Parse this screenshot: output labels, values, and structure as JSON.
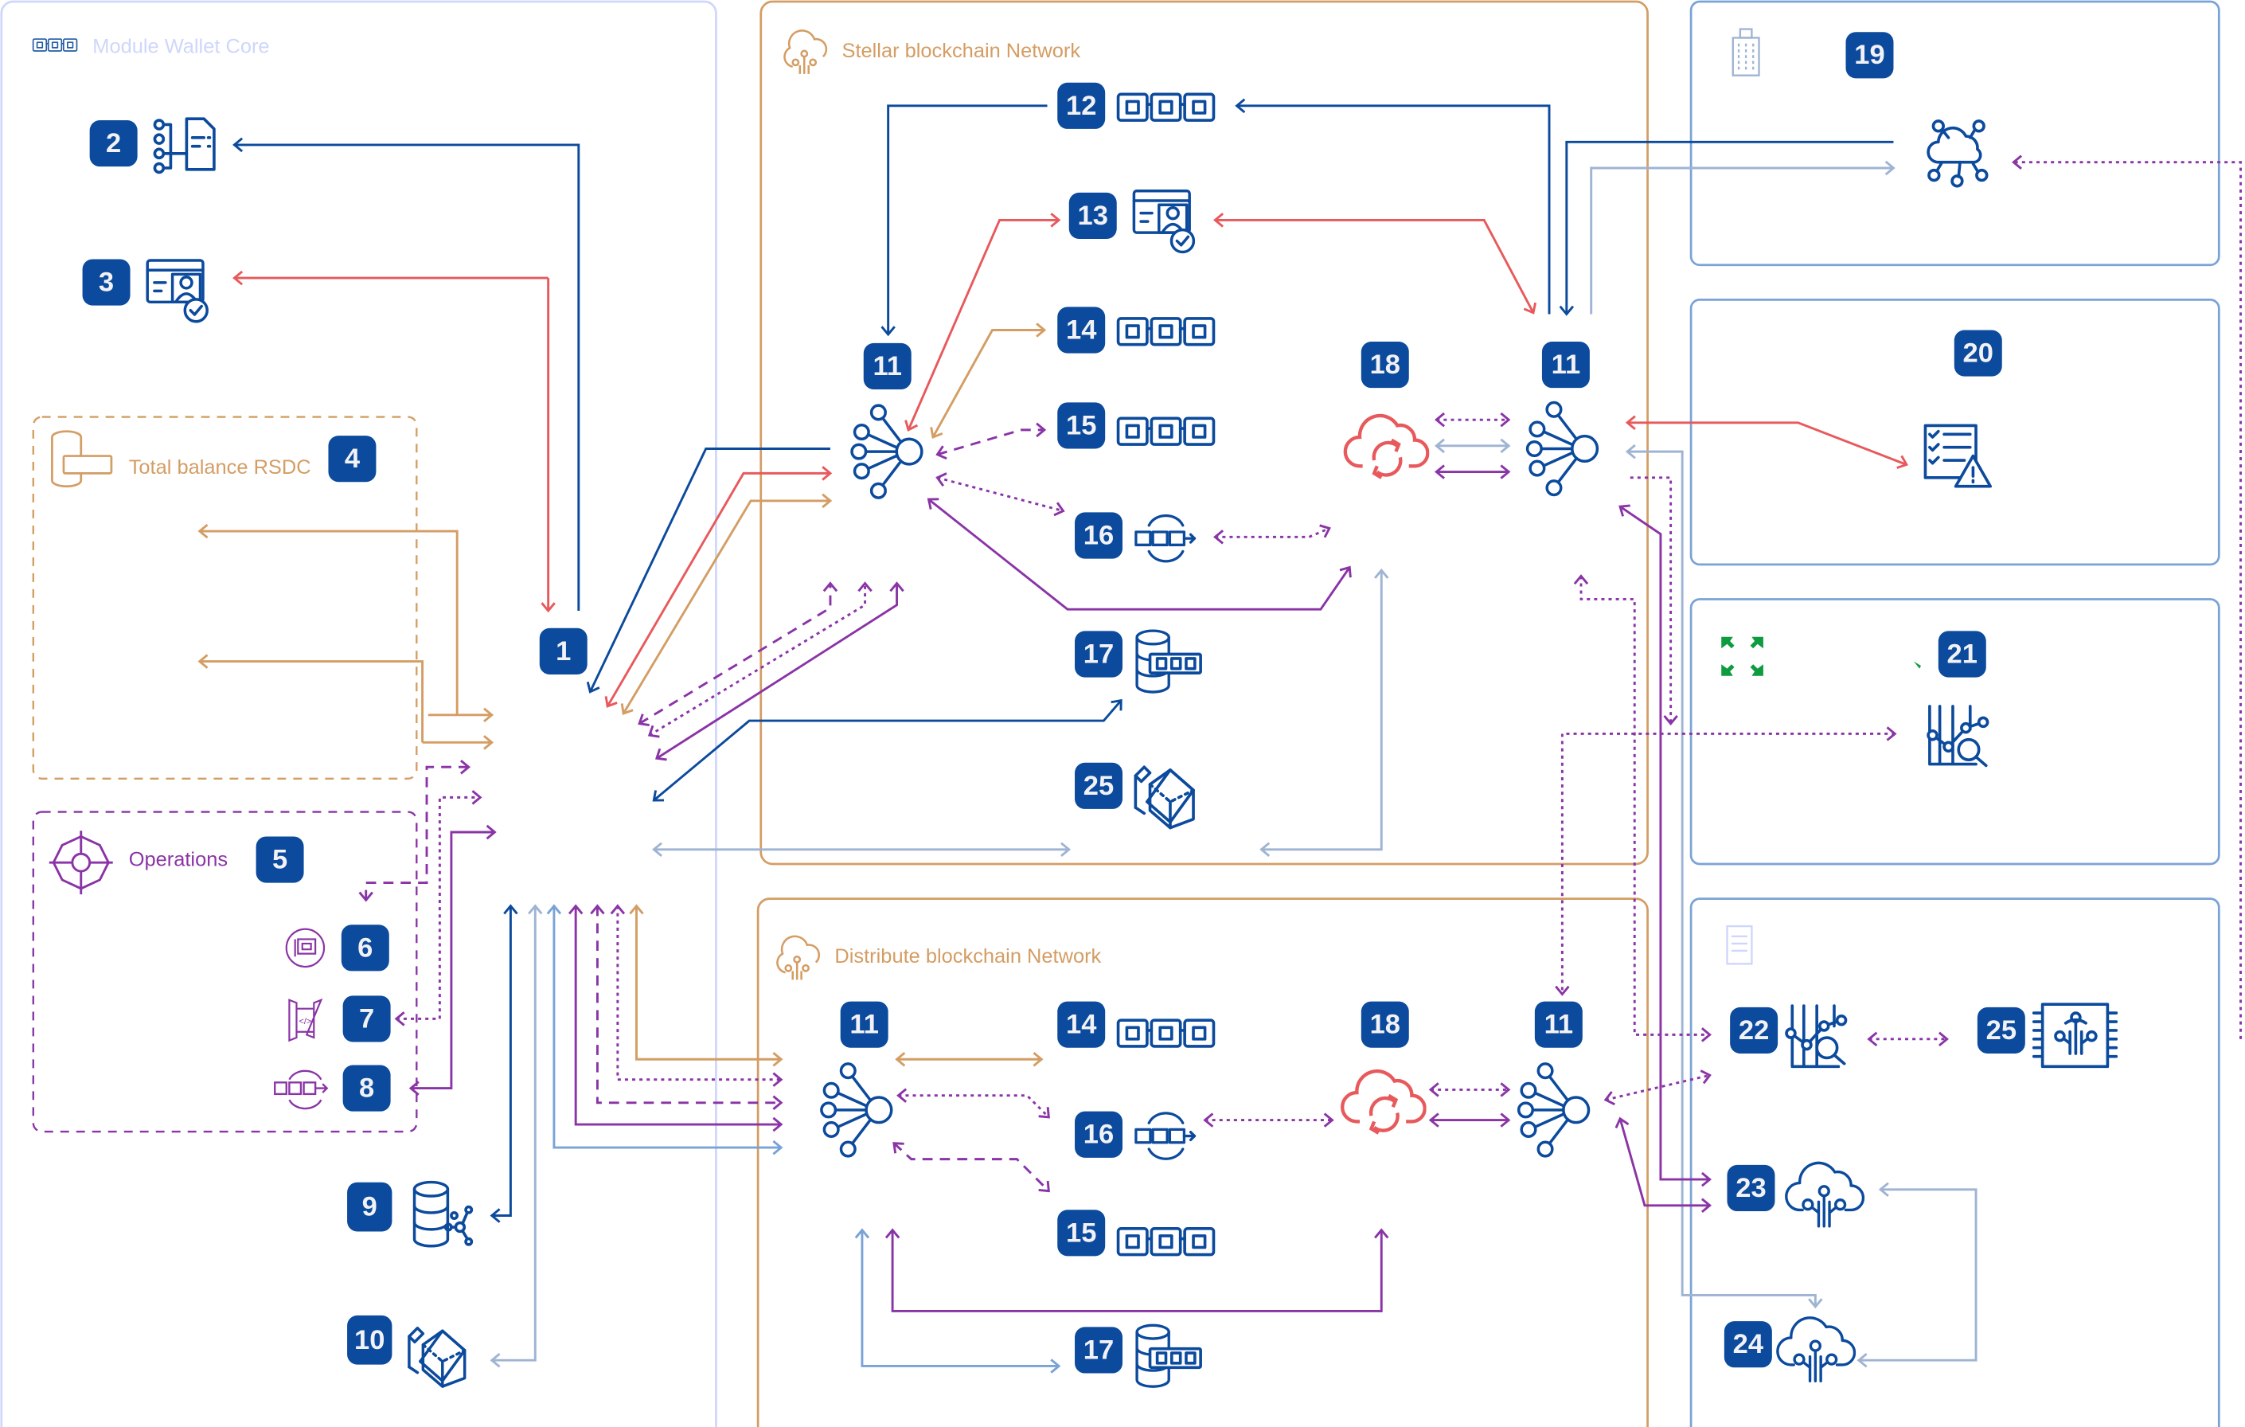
{
  "colors": {
    "badge": "#0b4a9c",
    "icon": "#0b4a9c",
    "flow_blue": "#0b4a9c",
    "flow_red": "#e8595c",
    "flow_orange": "#d49d64",
    "flow_purple": "#8a34a6",
    "flow_lightblue": "#9fb4d3",
    "wallet_core_border": "#cfd6fb",
    "network_border": "#d49d64",
    "external_border": "#79a3d6",
    "green_icon": "#0f9b3f"
  },
  "groups": {
    "wallet_core": {
      "title": "Module Wallet Core",
      "icon": "blockchain-chain-icon"
    },
    "total_balance": {
      "title": "Total balance RSDC",
      "badge": "4",
      "icon": "database-chain-icon"
    },
    "operations": {
      "title": "Operations",
      "badge": "5",
      "icon": "helm-wheel-icon"
    },
    "stellar": {
      "title": "Stellar blockchain Network",
      "icon": "cloud-circuit-icon"
    },
    "distribute": {
      "title": "Distribute blockchain Network",
      "icon": "cloud-circuit-icon"
    },
    "box19": {
      "badge": "19",
      "icon": "building-icon"
    },
    "box20": {
      "badge": "20"
    },
    "box21": {
      "badge": "21",
      "icon": "expand-arrows-icon"
    },
    "box22": {
      "icon": "document-icon"
    }
  },
  "nodes": {
    "n1": {
      "badge": "1"
    },
    "n2": {
      "badge": "2",
      "icon": "workflow-document-icon"
    },
    "n3": {
      "badge": "3",
      "icon": "verified-id-card-icon"
    },
    "n6": {
      "badge": "6",
      "icon": "wallet-card-icon"
    },
    "n7": {
      "badge": "7",
      "icon": "api-gateway-icon"
    },
    "n8": {
      "badge": "8",
      "icon": "chain-transfer-icon"
    },
    "n9": {
      "badge": "9",
      "icon": "database-network-icon"
    },
    "n10": {
      "badge": "10",
      "icon": "package-boxes-icon"
    },
    "s11a": {
      "badge": "11",
      "icon": "network-hub-icon"
    },
    "s12": {
      "badge": "12",
      "icon": "blockchain-chain-icon"
    },
    "s13": {
      "badge": "13",
      "icon": "verified-id-card-icon"
    },
    "s14": {
      "badge": "14",
      "icon": "blockchain-chain-icon"
    },
    "s15": {
      "badge": "15",
      "icon": "blockchain-chain-icon"
    },
    "s16": {
      "badge": "16",
      "icon": "chain-transfer-icon"
    },
    "s17": {
      "badge": "17",
      "icon": "database-chain-icon"
    },
    "s25": {
      "badge": "25",
      "icon": "package-boxes-icon"
    },
    "s18": {
      "badge": "18",
      "icon": "cloud-sync-icon"
    },
    "s11b": {
      "badge": "11",
      "icon": "network-hub-icon"
    },
    "d11a": {
      "badge": "11",
      "icon": "network-hub-icon"
    },
    "d14": {
      "badge": "14",
      "icon": "blockchain-chain-icon"
    },
    "d16": {
      "badge": "16",
      "icon": "chain-transfer-icon"
    },
    "d15": {
      "badge": "15",
      "icon": "blockchain-chain-icon"
    },
    "d17": {
      "badge": "17",
      "icon": "database-chain-icon"
    },
    "d18": {
      "badge": "18",
      "icon": "cloud-sync-icon"
    },
    "d11b": {
      "badge": "11",
      "icon": "network-hub-icon"
    },
    "r19": {
      "icon": "cloud-network-icon"
    },
    "r20": {
      "icon": "checklist-warning-icon"
    },
    "r21": {
      "icon": "analytics-search-icon"
    },
    "r22": {
      "badge": "22",
      "icon": "analytics-search-icon"
    },
    "r25": {
      "badge": "25",
      "icon": "ai-chip-icon"
    },
    "r23": {
      "badge": "23",
      "icon": "cloud-ai-icon"
    },
    "r24": {
      "badge": "24",
      "icon": "cloud-ai-icon"
    }
  }
}
